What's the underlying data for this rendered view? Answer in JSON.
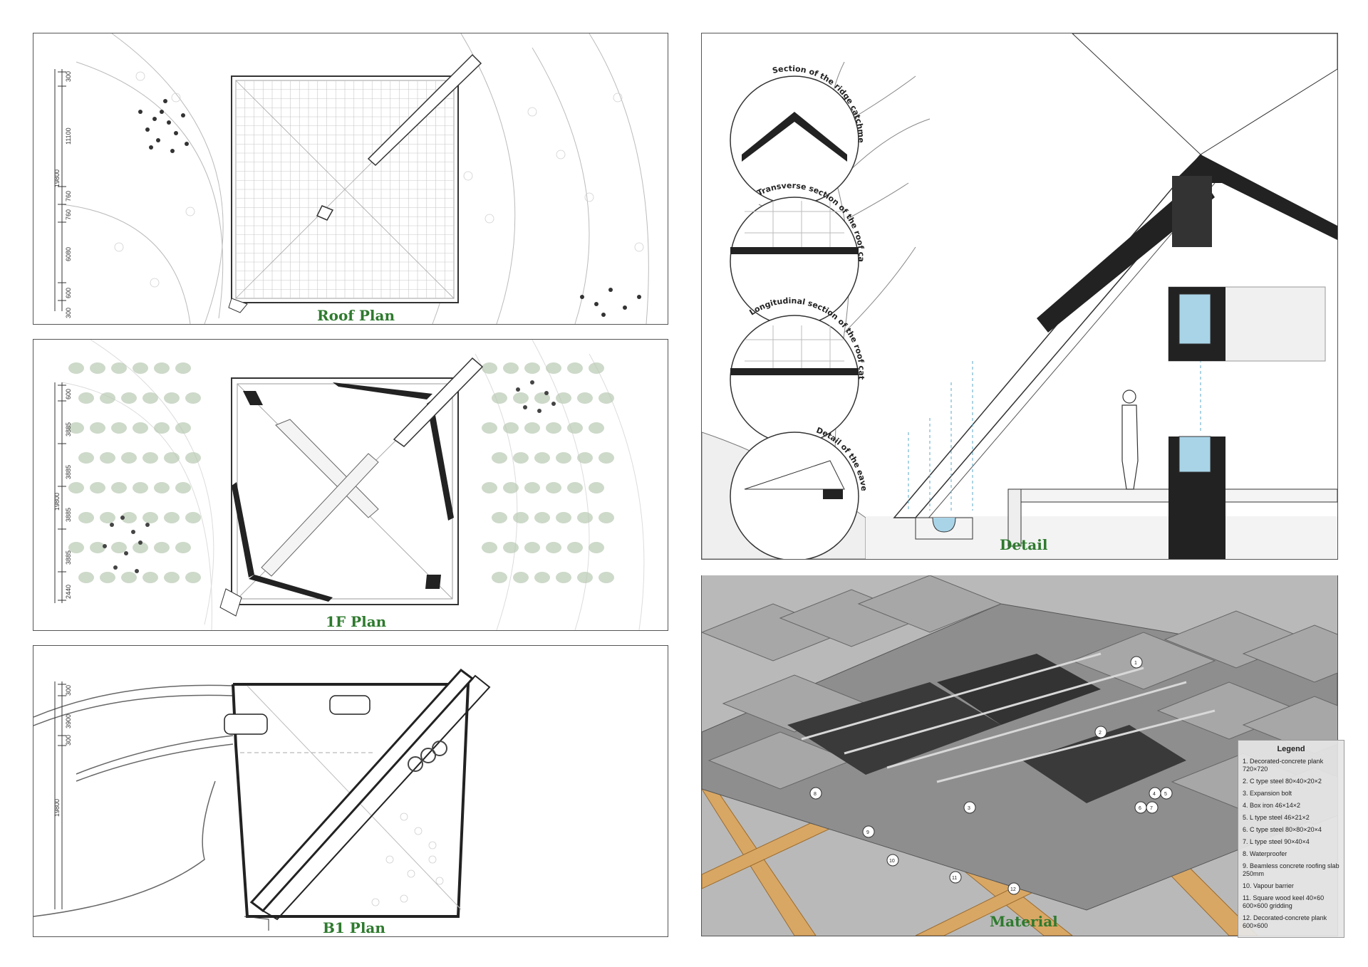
{
  "panels": {
    "roof": {
      "title": "Roof Plan",
      "dims": [
        "300",
        "11100",
        "760",
        "760",
        "6080",
        "600",
        "300"
      ],
      "total": "19800"
    },
    "floor1": {
      "title": "1F Plan",
      "dims": [
        "600",
        "3885",
        "3885",
        "3885",
        "3885",
        "2440"
      ],
      "total": "19800"
    },
    "b1": {
      "title": "B1 Plan",
      "dims": [
        "300",
        "3900",
        "300"
      ],
      "total": "19800"
    },
    "detail": {
      "title": "Detail"
    },
    "material": {
      "title": "Material"
    }
  },
  "callouts": [
    "Section of the ridge catchment",
    "Transverse section of the roof catchment",
    "Longitudinal section of the roof catchment",
    "Detail of the eave"
  ],
  "markers": [
    "1",
    "2",
    "3",
    "4",
    "5",
    "6",
    "7",
    "8",
    "9",
    "10",
    "11",
    "12"
  ],
  "legend": {
    "title": "Legend",
    "items": [
      "1.  Decorated-concrete plank 720×720",
      "2.  C type steel 80×40×20×2",
      "3.  Expansion bolt",
      "4.  Box iron 46×14×2",
      "5.  L type steel 46×21×2",
      "6.  C type steel 80×80×20×4",
      "7.  L type steel 90×40×4",
      "8.  Waterproofer",
      "9.  Beamless concrete roofing slab 250mm",
      "10. Vapour barrier",
      "11. Square wood keel 40×60 600×600 gridding",
      "12. Decorated-concrete plank 600×600"
    ]
  },
  "colors": {
    "title_green": "#2e7a2e",
    "water": "#a9d4e8",
    "insulation": "#222222"
  }
}
